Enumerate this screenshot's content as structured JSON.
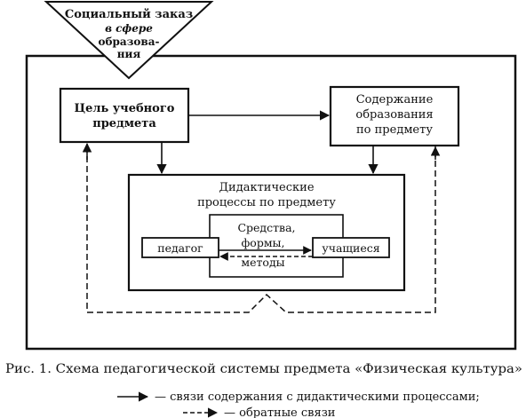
{
  "diagram": {
    "social_order": {
      "line1": "Социальный заказ",
      "line2": "в сфере",
      "line3": "образова-",
      "line4": "ния"
    },
    "goal_box": {
      "line1": "Цель учебного",
      "line2": "предмета"
    },
    "content_box": {
      "line1": "Содержание",
      "line2": "образования",
      "line3": "по предмету"
    },
    "didactic_box": {
      "line1": "Дидактические",
      "line2": "процессы по предмету"
    },
    "means_box": {
      "line1": "Средства,",
      "line2": "формы,",
      "line3": "методы"
    },
    "teacher_box": {
      "label": "педагог"
    },
    "students_box": {
      "label": "учащиеся"
    }
  },
  "caption": {
    "title": "Рис. 1. Схема педагогической системы предмета «Физическая культура»",
    "legend_solid": "— связи содержания с дидактическими процессами;",
    "legend_dashed": "— обратные связи"
  },
  "colors": {
    "ink": "#111111",
    "background": "#ffffff"
  }
}
